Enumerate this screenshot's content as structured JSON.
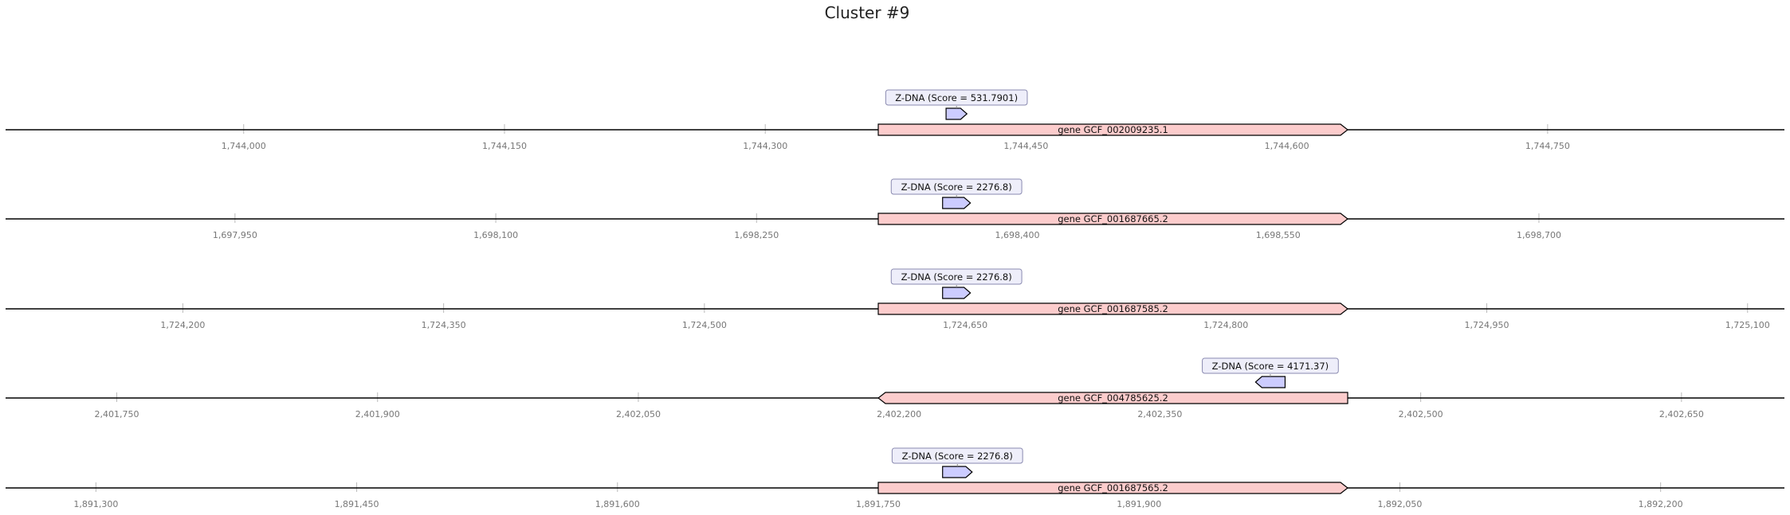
{
  "title": "Cluster #9",
  "colors": {
    "gene_fill": "#fccccc",
    "feature_fill": "#ccccff",
    "label_box_fill": "#eeeefa",
    "line": "#000000",
    "tick": "#bbbbbb"
  },
  "tracks": [
    {
      "gene": {
        "label": "gene GCF_002009235.1",
        "start": 1744365,
        "end": 1744635,
        "strand": "+"
      },
      "feature": {
        "label": "Z-DNA (Score = 531.7901)",
        "start": 1744404,
        "end": 1744416,
        "strand": "+"
      },
      "ticks": [
        1744000,
        1744150,
        1744300,
        1744450,
        1744600,
        1744750
      ],
      "tick_labels": [
        "1,744,000",
        "1,744,150",
        "1,744,300",
        "1,744,450",
        "1,744,600",
        "1,744,750"
      ]
    },
    {
      "gene": {
        "label": "gene GCF_001687665.2",
        "start": 1698320,
        "end": 1698590,
        "strand": "+"
      },
      "feature": {
        "label": "Z-DNA (Score = 2276.8)",
        "start": 1698357,
        "end": 1698373,
        "strand": "+"
      },
      "ticks": [
        1697950,
        1698100,
        1698250,
        1698400,
        1698550,
        1698700
      ],
      "tick_labels": [
        "1,697,950",
        "1,698,100",
        "1,698,250",
        "1,698,400",
        "1,698,550",
        "1,698,700"
      ]
    },
    {
      "gene": {
        "label": "gene GCF_001687585.2",
        "start": 1724600,
        "end": 1724870,
        "strand": "+"
      },
      "feature": {
        "label": "Z-DNA (Score = 2276.8)",
        "start": 1724637,
        "end": 1724653,
        "strand": "+"
      },
      "ticks": [
        1724200,
        1724350,
        1724500,
        1724650,
        1724800,
        1724950,
        1725100
      ],
      "tick_labels": [
        "1,724,200",
        "1,724,350",
        "1,724,500",
        "1,724,650",
        "1,724,800",
        "1,724,950",
        "1,725,100"
      ]
    },
    {
      "gene": {
        "label": "gene GCF_004785625.2",
        "start": 2402188,
        "end": 2402458,
        "strand": "-"
      },
      "feature": {
        "label": "Z-DNA (Score = 4171.37)",
        "start": 2402405,
        "end": 2402422,
        "strand": "-"
      },
      "ticks": [
        2401750,
        2401900,
        2402050,
        2402200,
        2402350,
        2402500,
        2402650
      ],
      "tick_labels": [
        "2,401,750",
        "2,401,900",
        "2,402,050",
        "2,402,200",
        "2,402,350",
        "2,402,500",
        "2,402,650"
      ]
    },
    {
      "gene": {
        "label": "gene GCF_001687565.2",
        "start": 1891750,
        "end": 1892020,
        "strand": "+"
      },
      "feature": {
        "label": "Z-DNA (Score = 2276.8)",
        "start": 1891787,
        "end": 1891804,
        "strand": "+"
      },
      "ticks": [
        1891300,
        1891450,
        1891600,
        1891750,
        1891900,
        1892050,
        1892200
      ],
      "tick_labels": [
        "1,891,300",
        "1,891,450",
        "1,891,600",
        "1,891,750",
        "1,891,900",
        "1,892,050",
        "1,892,200"
      ]
    }
  ]
}
